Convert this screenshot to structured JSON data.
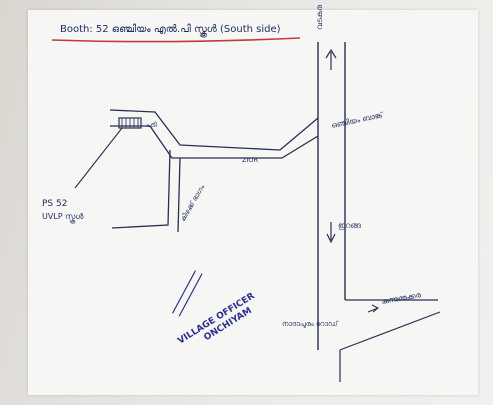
{
  "map": {
    "title": "Booth: 52 ഒഞ്ചിയം എൽ.പി സ്കൂൾ (South side)",
    "labels": {
      "road_top": "വടകര",
      "road_right_mid": "ഒഞ്ചിയം ബാങ്ക്",
      "road_small_mid": "ZIOR",
      "building_tag": "പടി",
      "ps_label_line1": "PS 52",
      "ps_label_line2": "UVLP സ്കൂൾ",
      "lane_label": "കിഴക്ക് ഭാഗം",
      "road_center": "ഇറങ്ങ",
      "road_bottom_right": "കുന്നുമ്മക്കര",
      "road_bottom_left": "നാദാപുരം റോഡ്"
    },
    "stamp": {
      "line1": "VILLAGE OFFICER",
      "line2": "ONCHIYAM"
    }
  }
}
